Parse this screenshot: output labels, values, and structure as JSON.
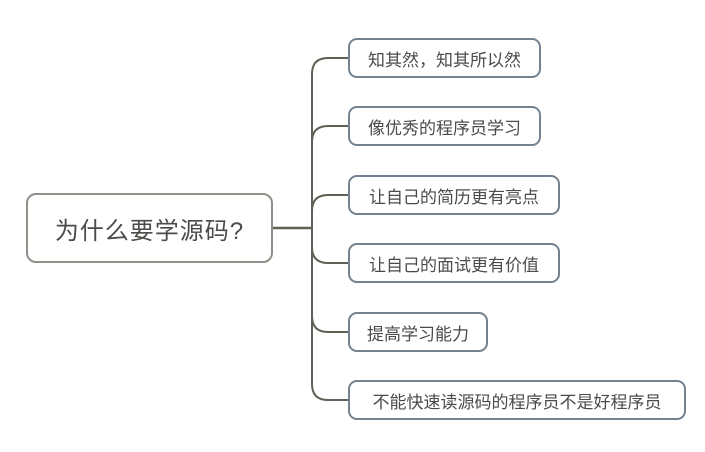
{
  "diagram": {
    "type": "mindmap",
    "root": {
      "label": "为什么要学源码?"
    },
    "children": [
      {
        "label": "知其然，知其所以然"
      },
      {
        "label": "像优秀的程序员学习"
      },
      {
        "label": "让自己的简历更有亮点"
      },
      {
        "label": "让自己的面试更有价值"
      },
      {
        "label": "提高学习能力"
      },
      {
        "label": "不能快速读源码的程序员不是好程序员"
      }
    ],
    "colors": {
      "background": "#ffffff",
      "root_border": "#8f9189",
      "child_border": "#73828e",
      "connector": "#5e6156",
      "text": "#4b4b48"
    }
  }
}
